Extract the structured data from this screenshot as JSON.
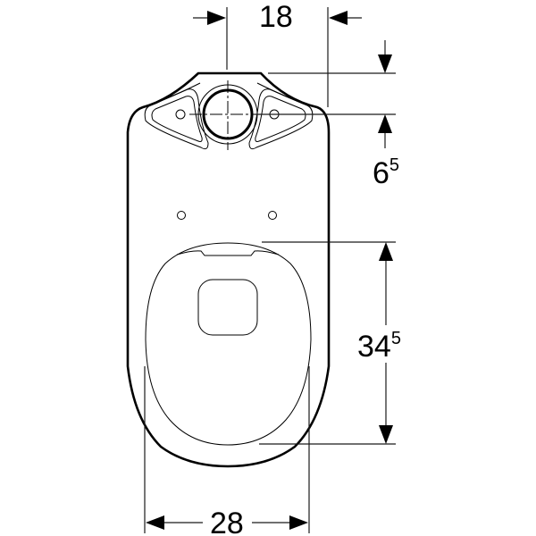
{
  "drawing": {
    "subject": "toilet-top-view-dimension-drawing",
    "stroke_color": "#000000",
    "dim_line_color": "#1a1a1a",
    "background": "#ffffff"
  },
  "dimensions": {
    "top_width": {
      "main": "18",
      "sup": ""
    },
    "top_offset": {
      "main": "6",
      "sup": "5"
    },
    "seat_length": {
      "main": "34",
      "sup": "5"
    },
    "bottom_width": {
      "main": "28",
      "sup": ""
    }
  }
}
